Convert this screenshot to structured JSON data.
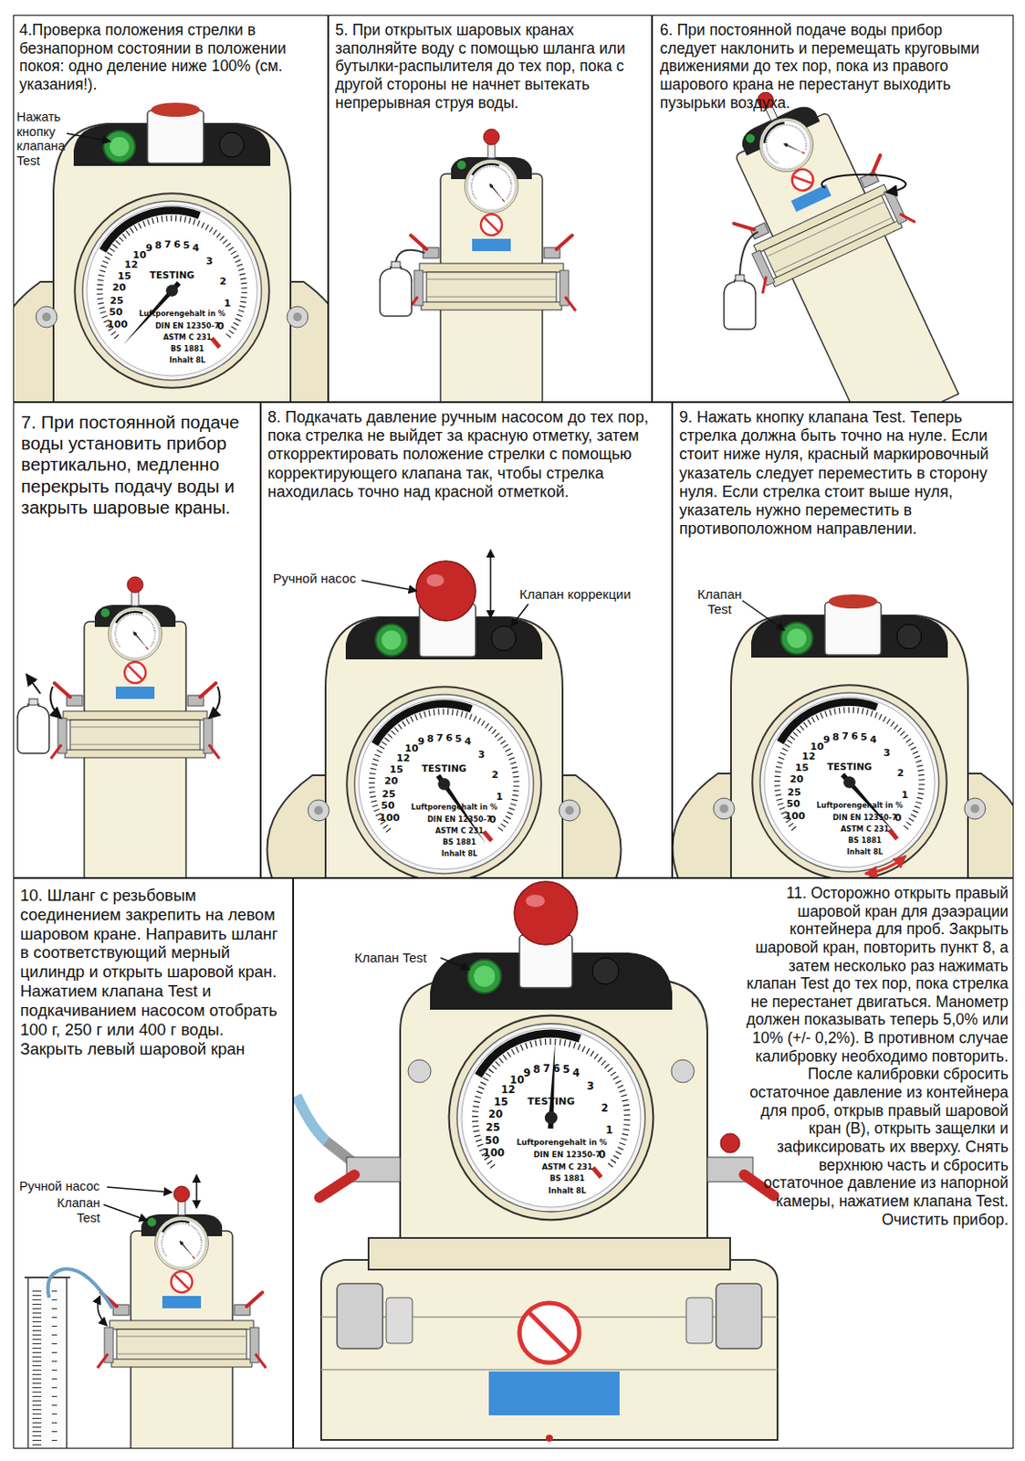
{
  "diagram": {
    "nodes": [
      {
        "text": [
          "4.Проверка положения стрелки в безнапорном состоянии в положении покоя: одно деление ниже 100% (см. указания!)."
        ]
      },
      {
        "text": [
          "5. При открытых шаровых кранах заполняйте воду с помощью шланга или бутылки-распылителя до тех пор, пока с другой стороны не начнет вытекать непрерывная струя воды."
        ]
      },
      {
        "text": [
          "6. При постоянной подаче воды прибор следует наклонить и перемещать круговыми движениями до тех пор, пока из правого шарового крана не перестанут выходить пузырьки воздуха."
        ]
      },
      {
        "text": [
          "7. При постоянной подаче воды установить прибор вертикально, медленно перекрыть подачу воды и закрыть шаровые краны."
        ]
      },
      {
        "text": [
          "8. Подкачать давление ручным насосом до тех пор, пока стрелка не выйдет за красную отметку, затем откорректировать положение стрелки с помощью корректирующего клапана так, чтобы стрелка находилась точно над красной отметкой."
        ]
      },
      {
        "text": [
          "9. Нажать кнопку клапана Test. Теперь стрелка должна быть точно на нуле. Если стоит ниже нуля, красный маркировочный указатель следует переместить в сторону нуля. Если стрелка стоит выше нуля, указатель нужно переместить в противоположном направлении."
        ]
      },
      {
        "text": [
          "10. Шланг с резьбовым соединением закрепить на левом шаровом кране. Направить шланг в соответствующий мерный цилиндр и открыть шаровой кран. Нажатием клапана Test и подкачиванием насосом отобрать 100 г, 250 г или 400 г воды. Закрыть левый шаровой кран"
        ]
      },
      {
        "text": [
          "11. Осторожно открыть правый шаровой кран для дэаэрации контейнера для проб. Закрыть шаровой кран, повторить пункт 8, а затем несколько раз нажимать клапан Test до тех пор, пока стрелка не перестанет двигаться. Манометр должен показывать теперь 5,0% или 10% (+/- 0,2%). В противном случае калибровку необходимо повторить. После калибровки сбросить остаточное давление из контейнера для проб, открыв правый шаровой кран (B), открыть защелки и зафиксировать их вверху. Снять верхнюю часть и сбросить остаточное давление из напорной камеры, нажатием клапана Test. Очистить прибор."
        ]
      }
    ],
    "labels": [
      "Нажать кнопку клапана Test",
      "TESTING",
      "100",
      "50",
      "25",
      "20",
      "15",
      "12",
      "10",
      "9",
      "8",
      "7",
      "6",
      "5",
      "4",
      "3",
      "2",
      "1",
      "0",
      "Luftporengehalt in %",
      "DIN EN 12350-7",
      "ASTM C 231",
      "BS 1881",
      "Inhalt 8L",
      "Ручной насос",
      "Клапан коррекции",
      "TESTING",
      "100",
      "50",
      "25",
      "20",
      "15",
      "12",
      "10",
      "9",
      "8",
      "7",
      "6",
      "5",
      "4",
      "3",
      "2",
      "1",
      "0",
      "Luftporengehalt in %",
      "DIN EN 12350-7",
      "ASTM C 231",
      "BS 1881",
      "Inhalt 8L",
      "Клапан Test",
      "TESTING",
      "100",
      "50",
      "25",
      "20",
      "15",
      "12",
      "10",
      "9",
      "8",
      "7",
      "6",
      "5",
      "4",
      "3",
      "2",
      "1",
      "0",
      "Luftporengehalt in %",
      "DIN EN 12350-7",
      "ASTM C 231",
      "BS 1881",
      "Inhalt 8L",
      "Ручной насос",
      "Клапан Test",
      "Клапан Test",
      "TESTING",
      "100",
      "50",
      "25",
      "20",
      "15",
      "12",
      "10",
      "9",
      "8",
      "7",
      "6",
      "5",
      "4",
      "3",
      "2",
      "1",
      "0",
      "Luftporengehalt in %",
      "DIN EN 12350-7",
      "ASTM C 231",
      "BS 1881",
      "Inhalt 8L"
    ]
  }
}
